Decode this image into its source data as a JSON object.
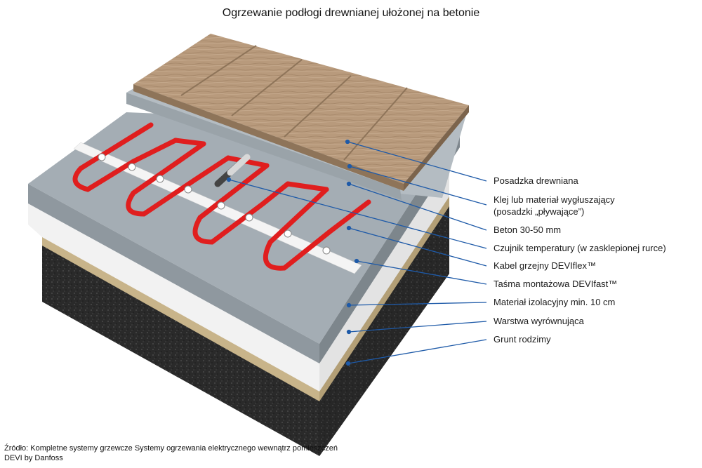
{
  "title": "Ogrzewanie podłogi drewnianej ułożonej na betonie",
  "layers": [
    {
      "label": "Posadzka drewniana"
    },
    {
      "label": "Klej lub materiał wygłuszający",
      "label2": "(posadzki „pływające”)"
    },
    {
      "label": "Beton 30-50 mm"
    },
    {
      "label": "Czujnik temperatury (w zasklepionej rurce)"
    },
    {
      "label": "Kabel grzejny DEVIflex™"
    },
    {
      "label": "Taśma montażowa DEVIfast™"
    },
    {
      "label": "Materiał izolacyjny min. 10 cm"
    },
    {
      "label": "Warstwa wyrównująca"
    },
    {
      "label": "Grunt rodzimy"
    }
  ],
  "source": {
    "line1": "Źródło: Kompletne systemy grzewcze Systemy ogrzewania elektrycznego wewnątrz pomieszczeń",
    "line2": "DEVI by Danfoss"
  },
  "colors": {
    "leader_line": "#1e5aa8",
    "wood": "#b89a7c",
    "concrete": "#9ea6ad",
    "insulation": "#f1f1f1",
    "leveling": "#c8b48a",
    "soil": "#2b2b2b",
    "cable": "#e01e1e"
  }
}
